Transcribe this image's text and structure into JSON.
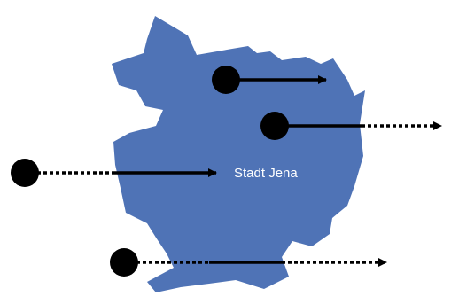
{
  "map": {
    "region_label": "Stadt Jena"
  },
  "colors": {
    "region_fill": "#4f73b6",
    "region_label_color": "#ffffff",
    "marker": "#000000",
    "background": "#ffffff"
  },
  "trajectories": [
    {
      "id": "path-1",
      "start_outside": false,
      "end_outside": false
    },
    {
      "id": "path-2",
      "start_outside": false,
      "end_outside": true
    },
    {
      "id": "path-3",
      "start_outside": true,
      "end_outside": false
    },
    {
      "id": "path-4",
      "start_outside": true,
      "end_outside": true
    }
  ]
}
